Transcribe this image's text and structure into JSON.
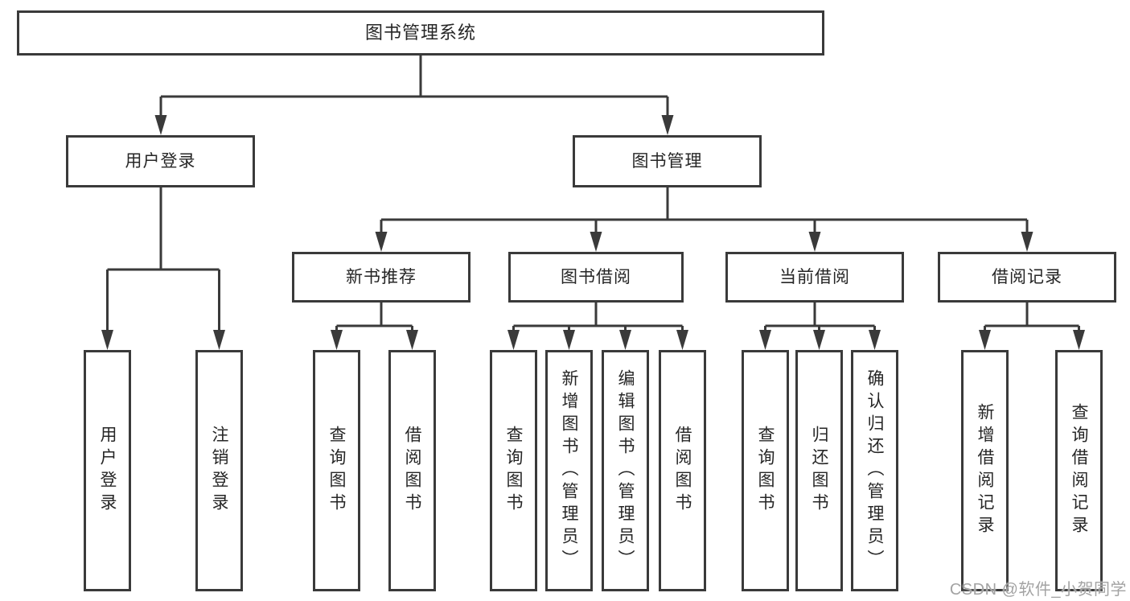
{
  "tree": {
    "label": "图书管理系统",
    "children": [
      {
        "label": "用户登录",
        "children": [
          {
            "label": "用户登录"
          },
          {
            "label": "注销登录"
          }
        ]
      },
      {
        "label": "图书管理",
        "children": [
          {
            "label": "新书推荐",
            "children": [
              {
                "label": "查询图书"
              },
              {
                "label": "借阅图书"
              }
            ]
          },
          {
            "label": "图书借阅",
            "children": [
              {
                "label": "查询图书"
              },
              {
                "label": "新增图书（管理员）"
              },
              {
                "label": "编辑图书（管理员）"
              },
              {
                "label": "借阅图书"
              }
            ]
          },
          {
            "label": "当前借阅",
            "children": [
              {
                "label": "查询图书"
              },
              {
                "label": "归还图书"
              },
              {
                "label": "确认归还（管理员）"
              }
            ]
          },
          {
            "label": "借阅记录",
            "children": [
              {
                "label": "新增借阅记录"
              },
              {
                "label": "查询借阅记录"
              }
            ]
          }
        ]
      }
    ]
  },
  "watermark": {
    "text": "CSDN @软件_小贺同学"
  },
  "colors": {
    "line": "#3a3a3a",
    "border": "#3a3a3a",
    "text": "#262626",
    "background": "#ffffff",
    "watermark": "#a3a3a3"
  }
}
